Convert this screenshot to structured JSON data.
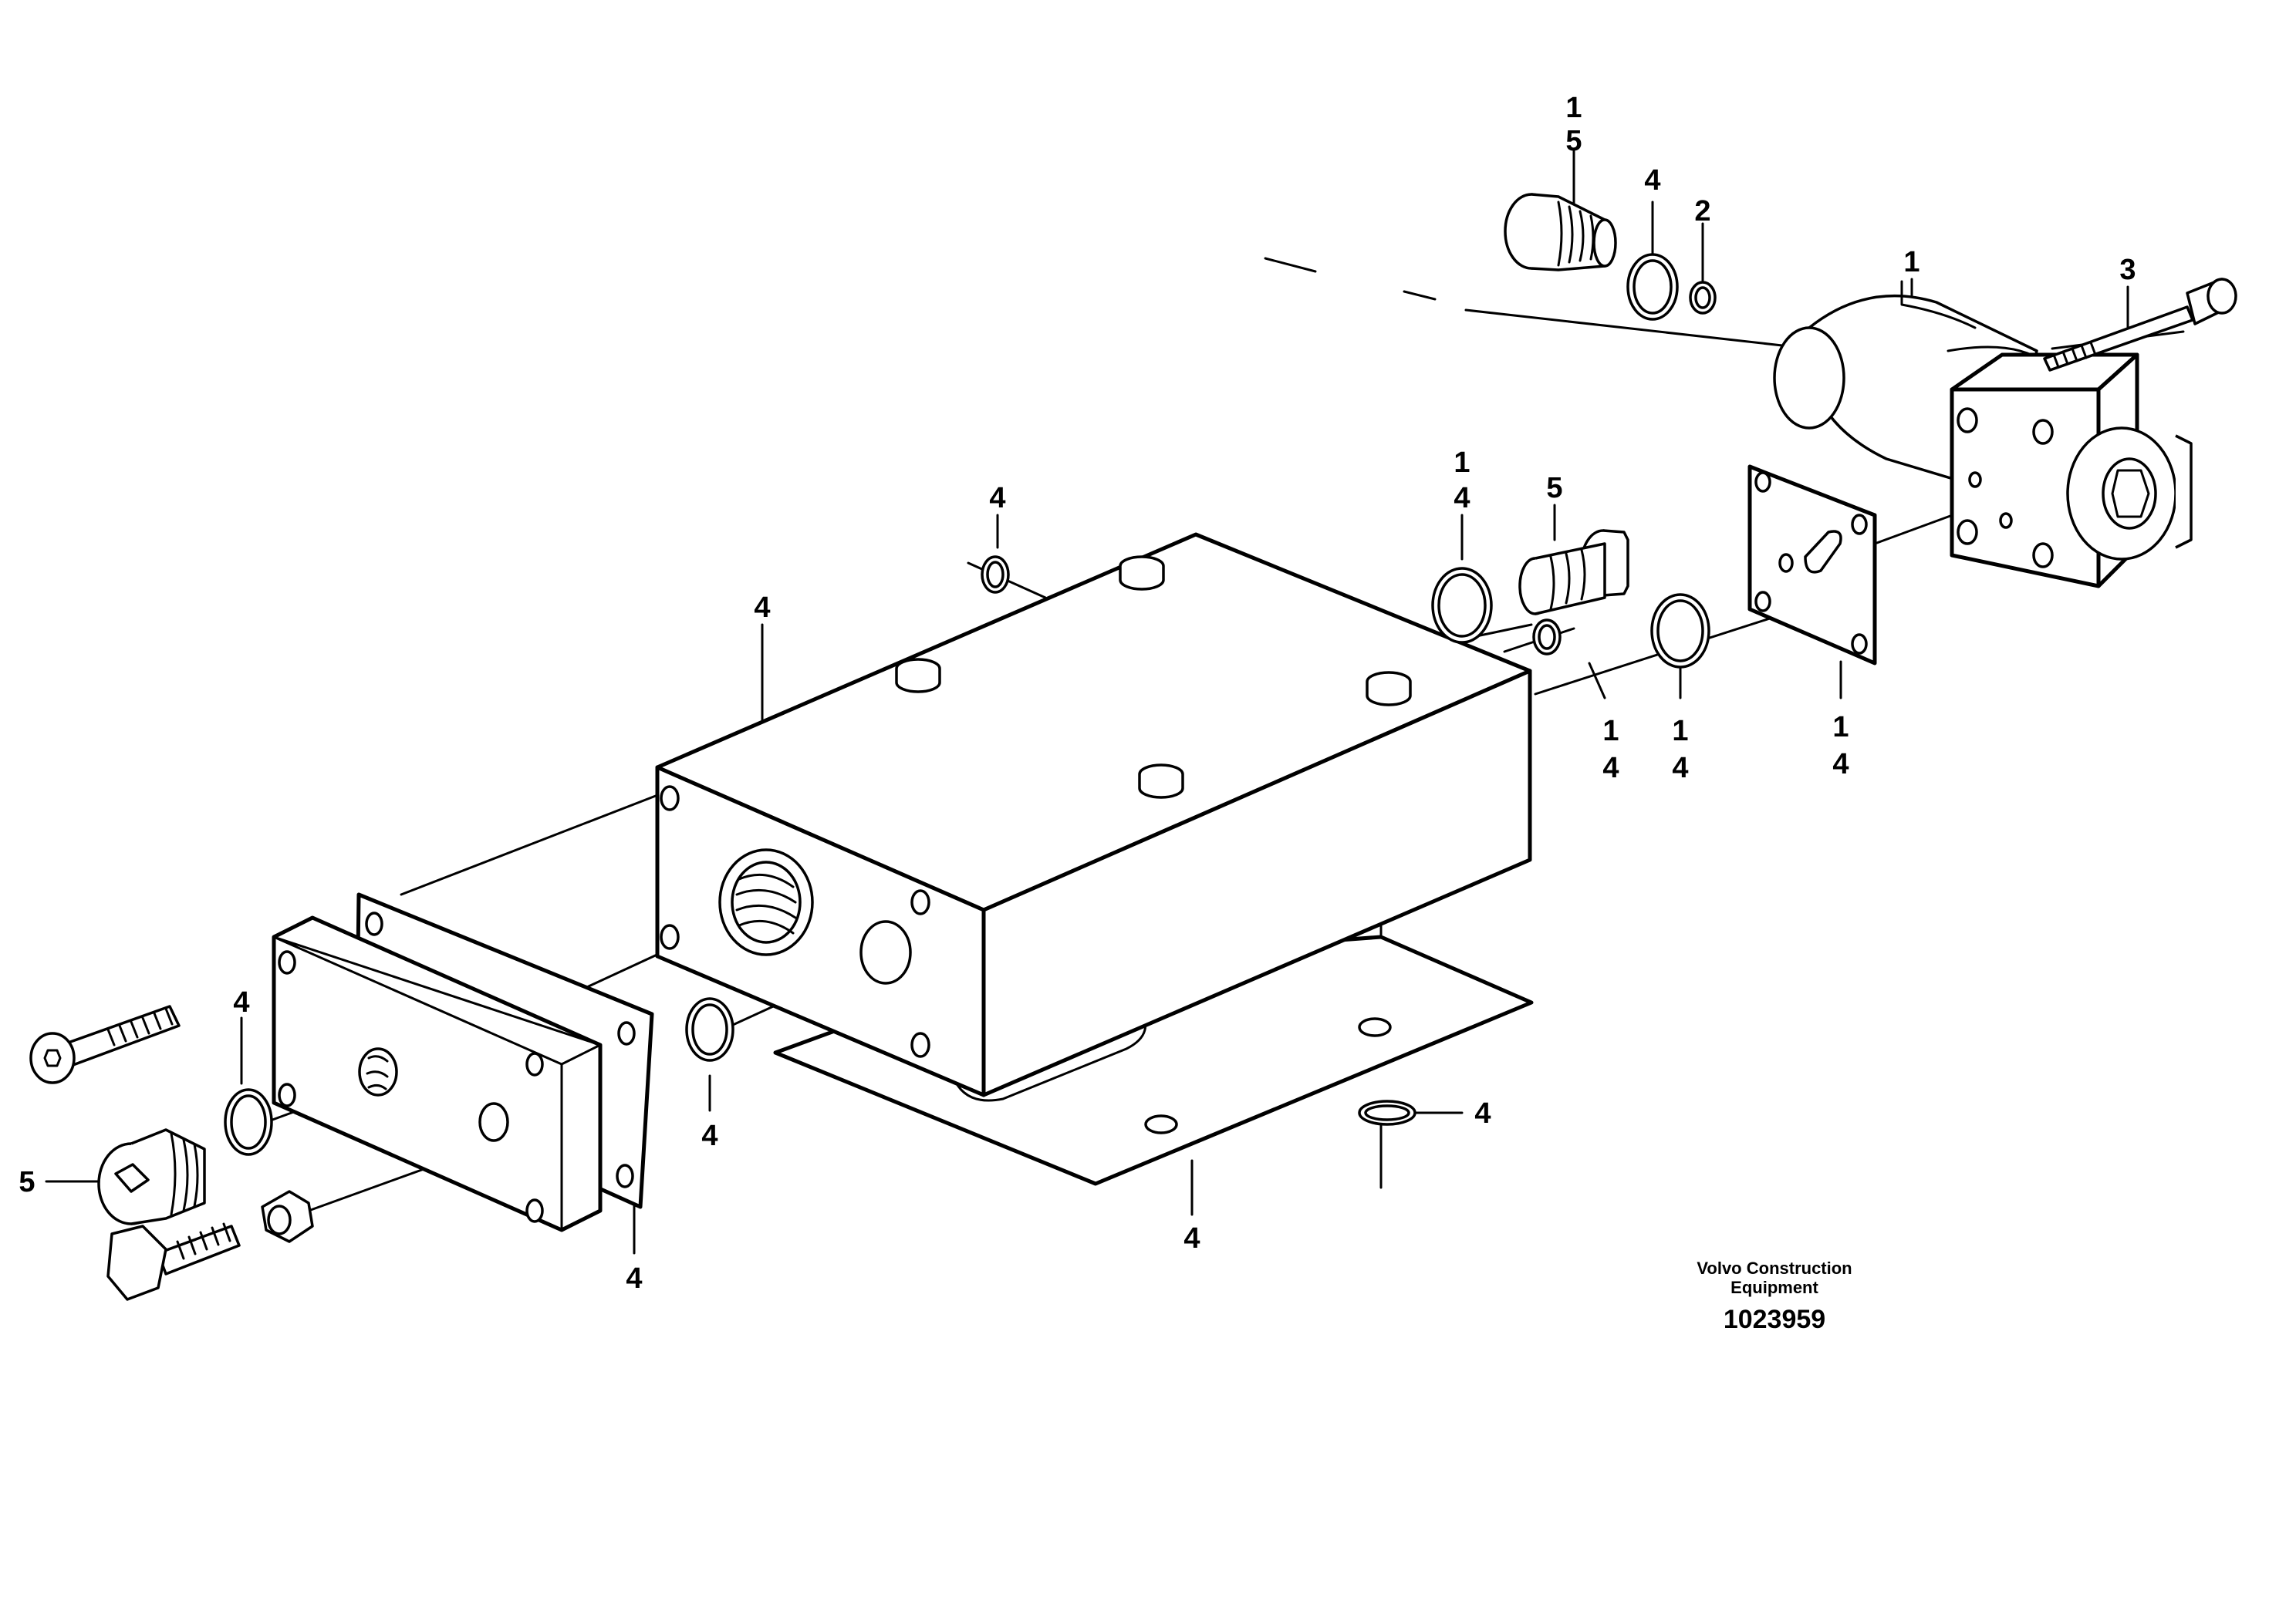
{
  "callouts": {
    "c01": "1",
    "c02": "5",
    "c03": "4",
    "c04": "2",
    "c05": "1",
    "c06": "3",
    "c07": "4",
    "c08": "1",
    "c09": "4",
    "c10": "5",
    "c11": "4",
    "c12": "1",
    "c13": "4",
    "c14": "1",
    "c15": "4",
    "c16": "1",
    "c17": "4",
    "c18": "4",
    "c19": "5",
    "c20": "4",
    "c21": "4",
    "c22": "4",
    "c23": "4"
  },
  "footer": {
    "maker_line1": "Volvo Construction",
    "maker_line2": "Equipment",
    "document_number": "1023959"
  }
}
